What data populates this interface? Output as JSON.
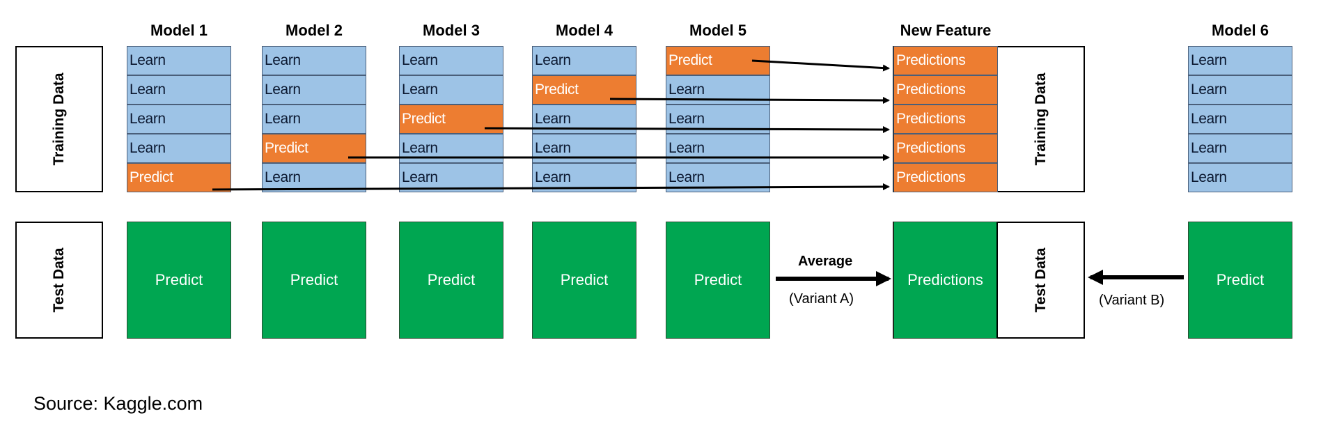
{
  "labels": {
    "training_data": "Training Data",
    "test_data": "Test Data",
    "new_feature": "New Feature",
    "average": "Average",
    "variant_a": "(Variant A)",
    "variant_b": "(Variant B)"
  },
  "models": [
    {
      "title": "Model 1",
      "cells": [
        "Learn",
        "Learn",
        "Learn",
        "Learn",
        "Predict"
      ],
      "test": "Predict"
    },
    {
      "title": "Model 2",
      "cells": [
        "Learn",
        "Learn",
        "Learn",
        "Predict",
        "Learn"
      ],
      "test": "Predict"
    },
    {
      "title": "Model 3",
      "cells": [
        "Learn",
        "Learn",
        "Predict",
        "Learn",
        "Learn"
      ],
      "test": "Predict"
    },
    {
      "title": "Model 4",
      "cells": [
        "Learn",
        "Predict",
        "Learn",
        "Learn",
        "Learn"
      ],
      "test": "Predict"
    },
    {
      "title": "Model 5",
      "cells": [
        "Predict",
        "Learn",
        "Learn",
        "Learn",
        "Learn"
      ],
      "test": "Predict"
    }
  ],
  "new_feature": {
    "cells": [
      "Predictions",
      "Predictions",
      "Predictions",
      "Predictions",
      "Predictions"
    ],
    "test": "Predictions"
  },
  "model6": {
    "title": "Model 6",
    "cells": [
      "Learn",
      "Learn",
      "Learn",
      "Learn",
      "Learn"
    ],
    "test": "Predict"
  },
  "source": "Source: Kaggle.com",
  "colors": {
    "learn": "#9dc3e6",
    "predict": "#ed7d31",
    "test": "#00a651"
  }
}
